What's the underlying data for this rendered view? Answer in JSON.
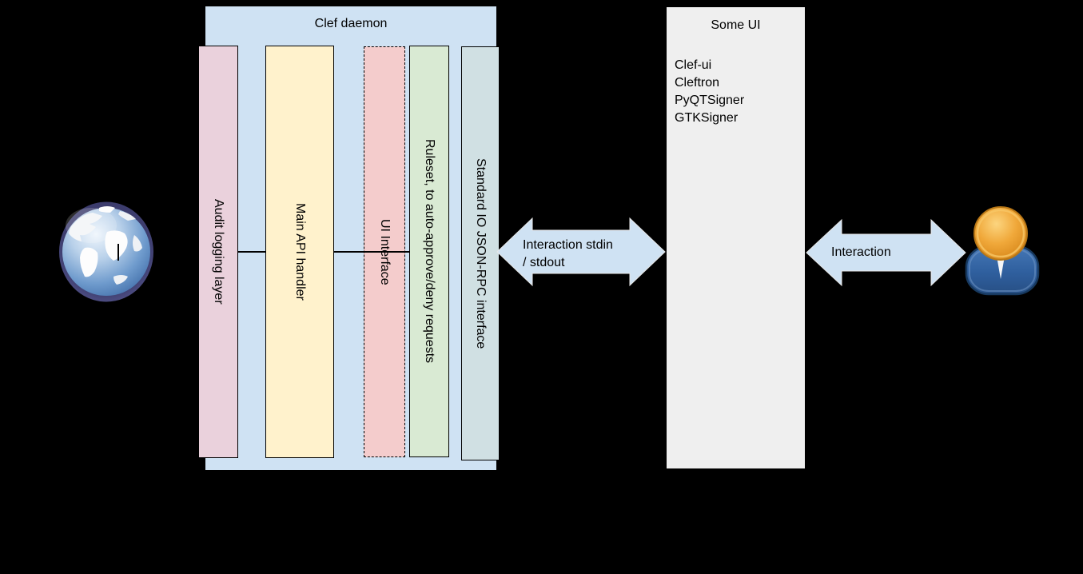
{
  "clef_daemon": {
    "title": "Clef daemon",
    "container_color": "#cfe2f3",
    "layers": [
      {
        "id": "audit-logging-layer",
        "label": "Audit logging layer",
        "color": "#ead1dc",
        "border": "solid"
      },
      {
        "id": "main-api-handler",
        "label": "Main API handler",
        "color": "#fff2cc",
        "border": "solid"
      },
      {
        "id": "ui-interface",
        "label": "UI Interface",
        "color": "#f4cccc",
        "border": "dashed"
      },
      {
        "id": "ruleset",
        "label": "Ruleset, to auto-approve/deny requests",
        "color": "#d9ead3",
        "border": "solid"
      },
      {
        "id": "stdio-json-rpc",
        "label": "Standard IO JSON-RPC interface",
        "color": "#d0e0e3",
        "border": "solid"
      }
    ]
  },
  "some_ui": {
    "title": "Some UI",
    "color": "#efefef",
    "items": [
      "Clef-ui",
      "Cleftron",
      "PyQTSigner",
      "GTKSigner"
    ]
  },
  "arrows": [
    {
      "id": "stdin-stdout-arrow",
      "line1": "Interaction stdin",
      "line2": "/ stdout",
      "color": "#cfe2f3"
    },
    {
      "id": "user-interaction-arrow",
      "line1": "Interaction",
      "line2": "",
      "color": "#cfe2f3"
    }
  ],
  "icons": {
    "left": "globe-icon",
    "right": "user-icon"
  },
  "colors": {
    "background": "#000000",
    "line": "#000000",
    "arrow_fill": "#cfe2f3"
  }
}
